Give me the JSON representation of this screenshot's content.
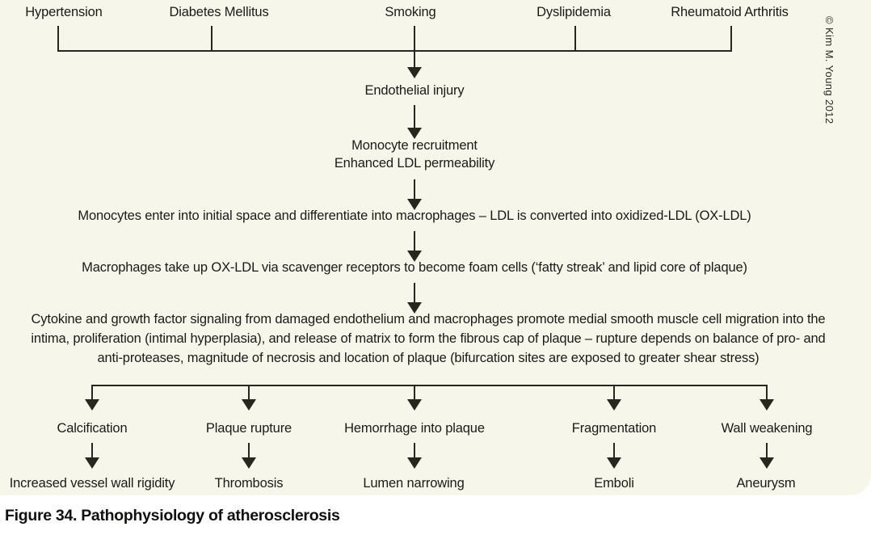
{
  "figure": {
    "caption": "Figure 34. Pathophysiology of atherosclerosis",
    "copyright": "© Kim M. Young 2012",
    "background_color": "#f7f6ea",
    "line_color": "#27261f",
    "text_color": "#1a1a18"
  },
  "chart_data": {
    "type": "diagram",
    "title": "Figure 34. Pathophysiology of atherosclerosis",
    "risk_factors": [
      "Hypertension",
      "Diabetes Mellitus",
      "Smoking",
      "Dyslipidemia",
      "Rheumatoid Arthritis"
    ],
    "cascade": [
      "Endothelial injury",
      "Monocyte recruitment\nEnhanced LDL permeability",
      "Monocytes enter into initial space and differentiate into macrophages – LDL is converted into oxidized-LDL (OX-LDL)",
      "Macrophages take up OX-LDL via scavenger receptors to become foam cells (‘fatty streak’ and lipid core of plaque)",
      "Cytokine and growth factor signaling from damaged endothelium and macrophages promote medial smooth muscle cell migration into the intima, proliferation (intimal hyperplasia), and release of matrix to form the fibrous cap of plaque – rupture depends on balance of pro- and anti-proteases, magnitude of necrosis and location of plaque (bifurcation sites are exposed to greater shear stress)"
    ],
    "outcomes": [
      {
        "primary": "Calcification",
        "secondary": "Increased vessel wall rigidity"
      },
      {
        "primary": "Plaque rupture",
        "secondary": "Thrombosis"
      },
      {
        "primary": "Hemorrhage into plaque",
        "secondary": "Lumen narrowing"
      },
      {
        "primary": "Fragmentation",
        "secondary": "Emboli"
      },
      {
        "primary": "Wall weakening",
        "secondary": "Aneurysm"
      }
    ]
  },
  "risk_row": {
    "items": [
      {
        "label": "Hypertension"
      },
      {
        "label": "Diabetes Mellitus"
      },
      {
        "label": "Smoking"
      },
      {
        "label": "Dyslipidemia"
      },
      {
        "label": "Rheumatoid Arthritis"
      }
    ]
  },
  "cascade": {
    "step1": "Endothelial injury",
    "step2_line1": "Monocyte recruitment",
    "step2_line2": "Enhanced LDL permeability",
    "step3": "Monocytes enter into initial space and differentiate into macrophages – LDL is converted into oxidized-LDL (OX-LDL)",
    "step4": "Macrophages take up OX-LDL via scavenger receptors to become foam cells (‘fatty streak’ and lipid core of plaque)",
    "step5": "Cytokine and growth factor signaling from damaged endothelium and macrophages promote medial smooth muscle cell migration into the intima, proliferation (intimal hyperplasia), and release of matrix to form the fibrous cap of plaque – rupture depends on balance of pro- and anti-proteases, magnitude of necrosis and location of plaque (bifurcation sites are exposed to greater shear stress)"
  },
  "outcomes": {
    "primary": [
      "Calcification",
      "Plaque rupture",
      "Hemorrhage into plaque",
      "Fragmentation",
      "Wall weakening"
    ],
    "secondary": [
      "Increased vessel wall rigidity",
      "Thrombosis",
      "Lumen narrowing",
      "Emboli",
      "Aneurysm"
    ]
  }
}
